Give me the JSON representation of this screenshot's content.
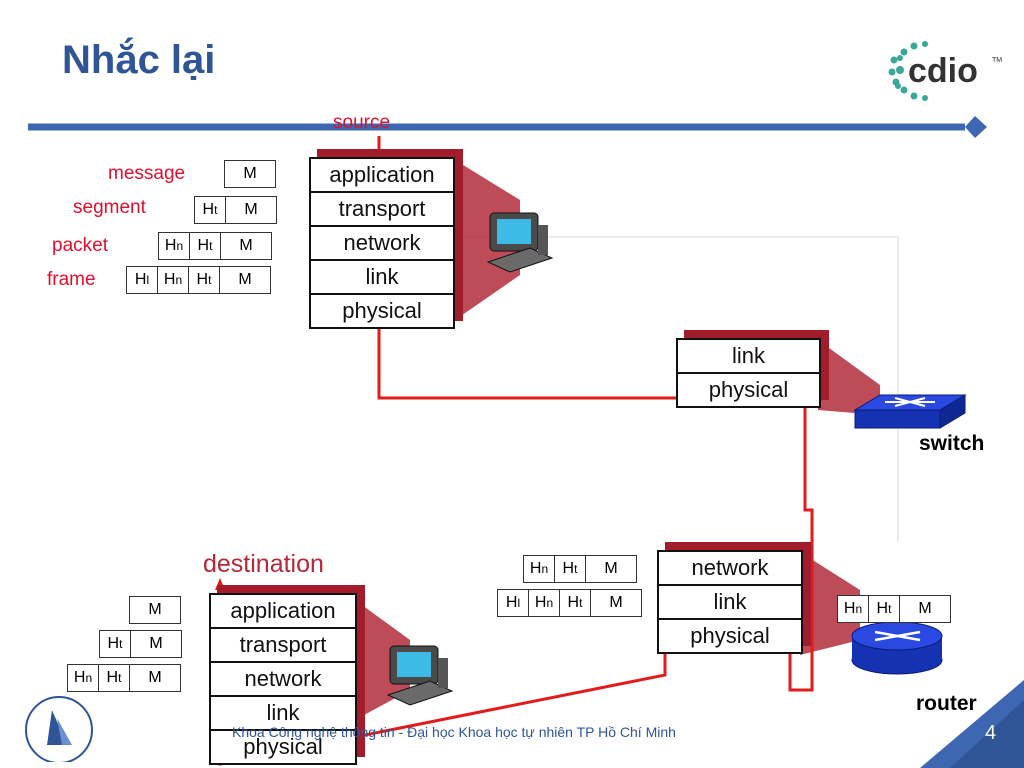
{
  "slide": {
    "title": "Nhắc lại",
    "footer": "Khoa Công nghệ thông tin - Đại học Khoa học tự nhiên TP Hồ Chí Minh",
    "page_number": "4",
    "logo_text": "cdio",
    "logo_tm": "TM"
  },
  "labels": {
    "source": "source",
    "destination": "destination",
    "message": "message",
    "segment": "segment",
    "packet": "packet",
    "frame": "frame",
    "switch": "switch",
    "router": "router"
  },
  "stacks": {
    "source": [
      "application",
      "transport",
      "network",
      "link",
      "physical"
    ],
    "switch": [
      "link",
      "physical"
    ],
    "router": [
      "network",
      "link",
      "physical"
    ],
    "destination": [
      "application",
      "transport",
      "network",
      "link",
      "physical"
    ]
  },
  "headers": {
    "H": "H",
    "t": "t",
    "n": "n",
    "l": "l",
    "M": "M"
  },
  "colors": {
    "title": "#2f5597",
    "path": "#e41b1b",
    "stack_shadow": "#a31c2c",
    "device_blue": "#1f3fd8"
  }
}
